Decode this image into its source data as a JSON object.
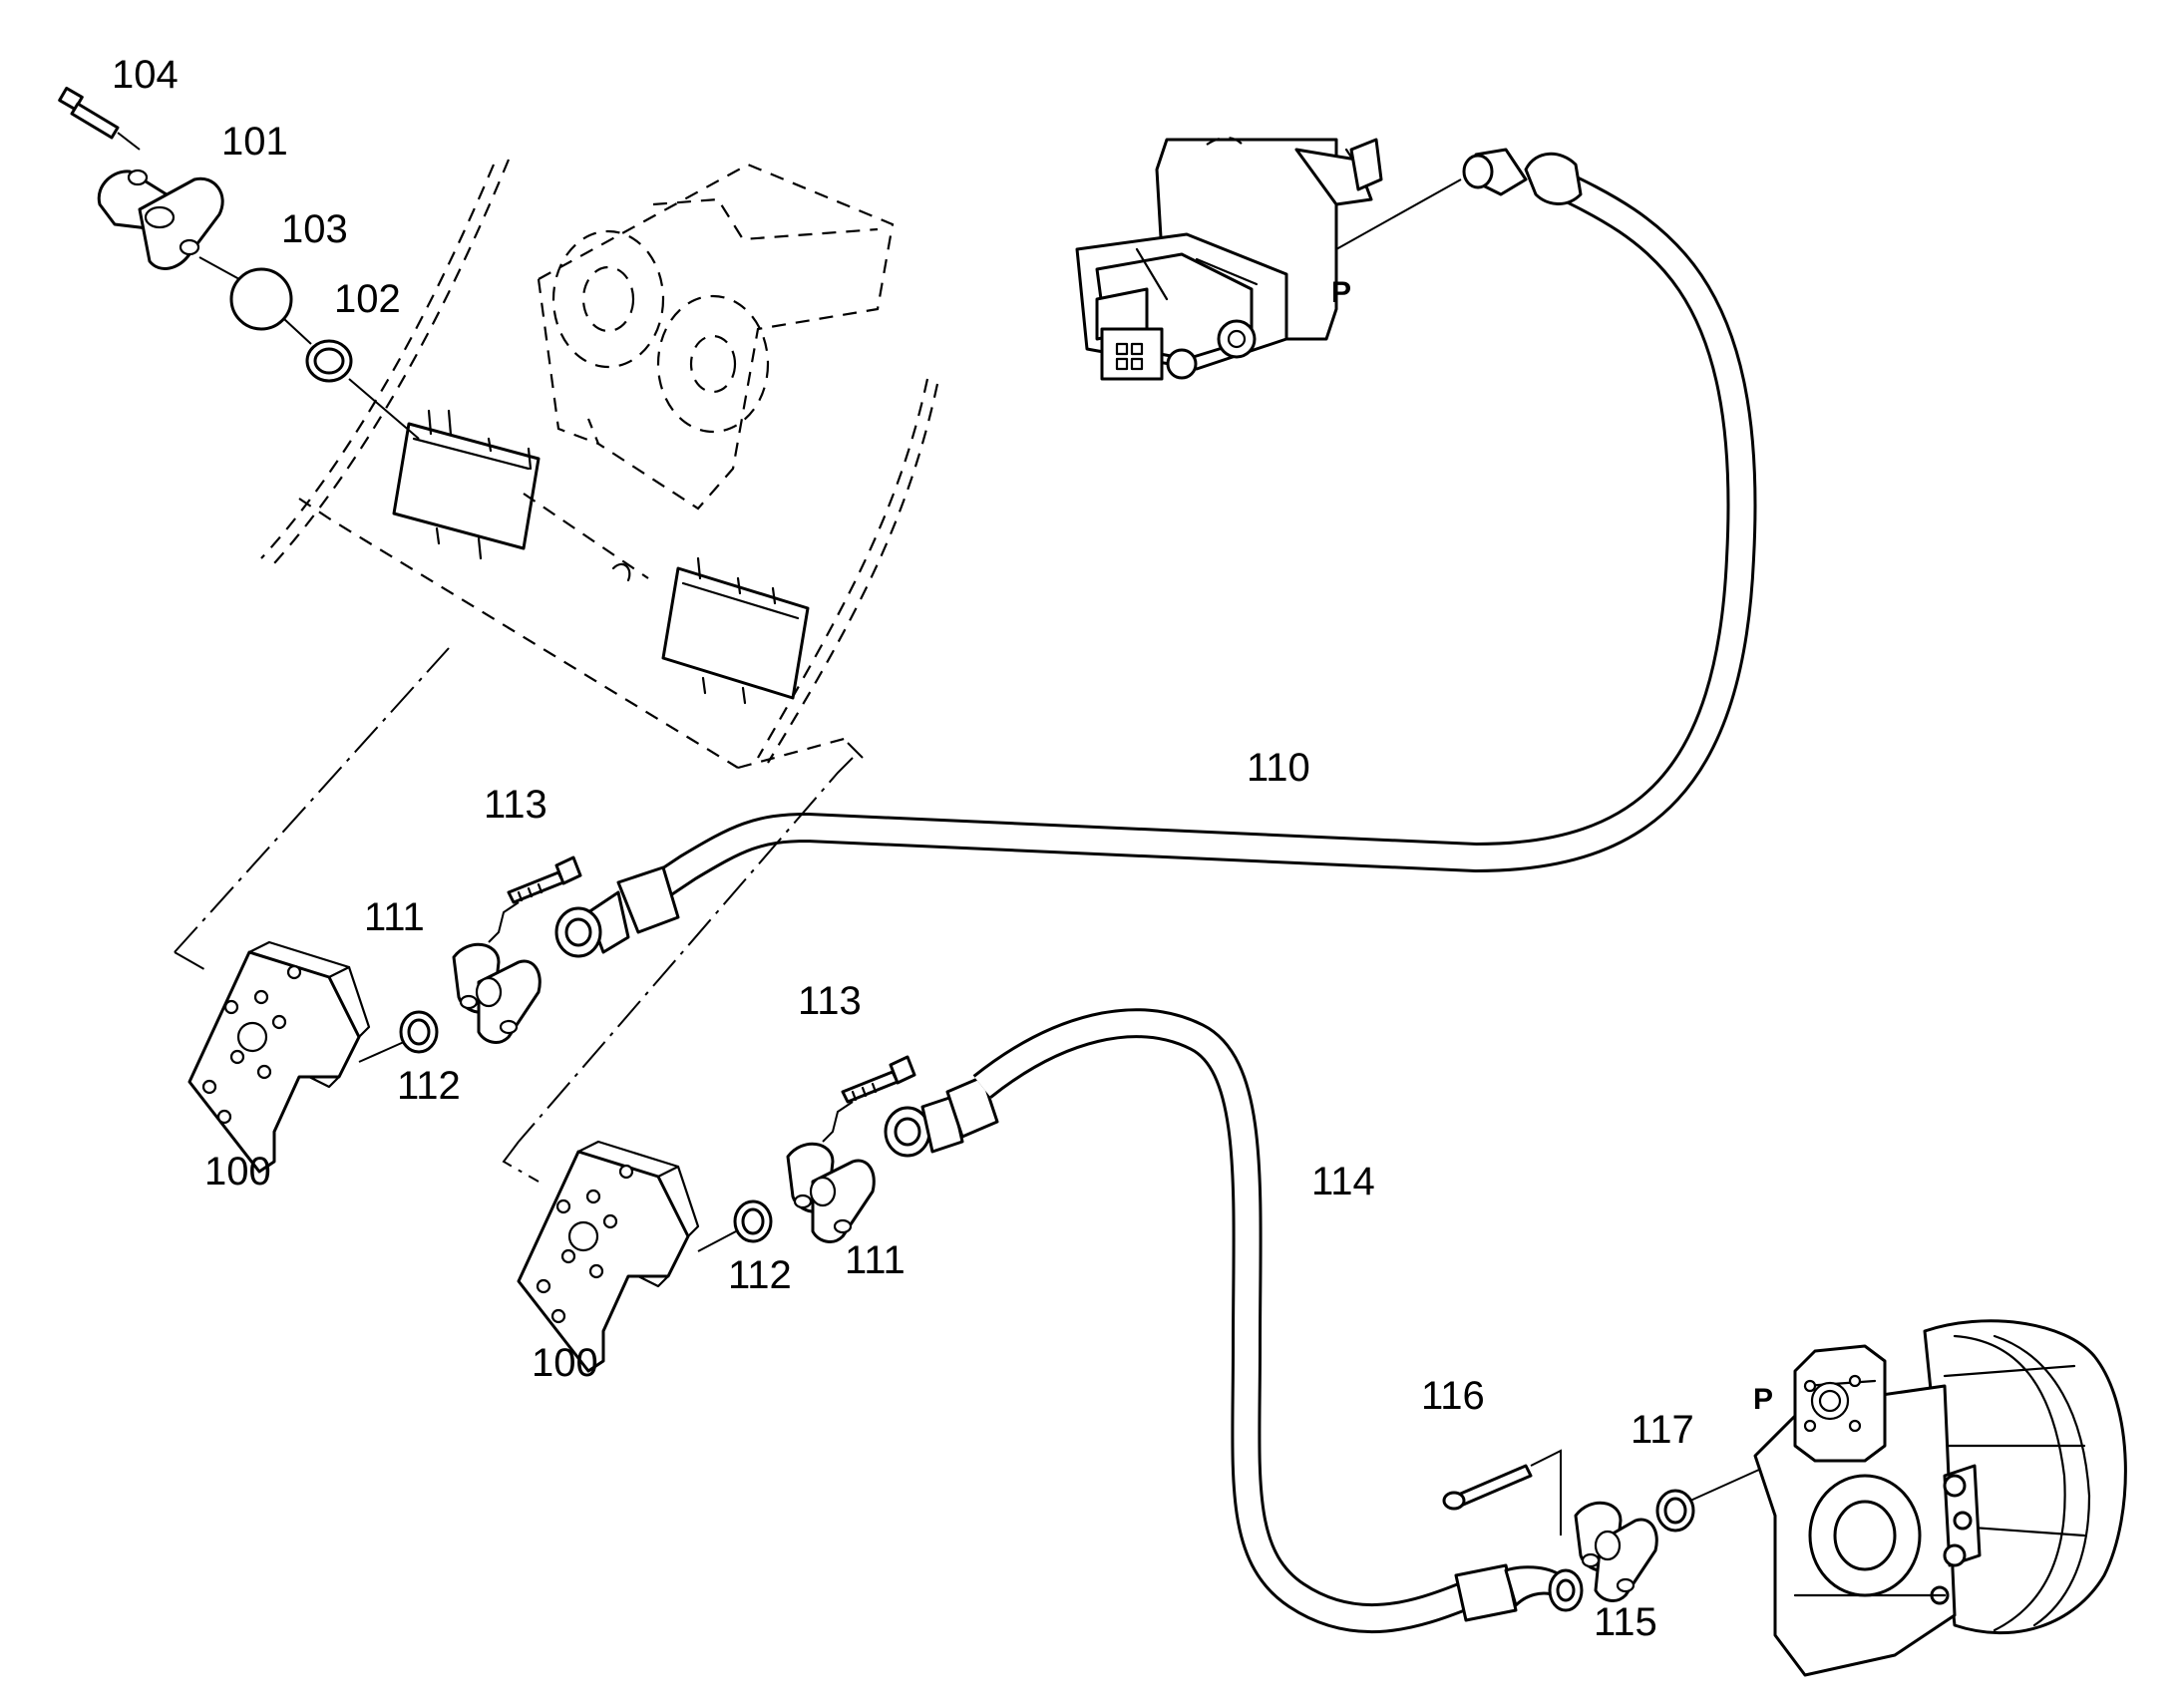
{
  "diagram": {
    "callouts": {
      "c100a": "100",
      "c100b": "100",
      "c101": "101",
      "c102": "102",
      "c103": "103",
      "c104": "104",
      "c110": "110",
      "c111a": "111",
      "c111b": "111",
      "c112a": "112",
      "c112b": "112",
      "c113a": "113",
      "c113b": "113",
      "c114": "114",
      "c115": "115",
      "c116": "116",
      "c117": "117"
    },
    "port_labels": {
      "valve": "P",
      "pump": "P"
    }
  }
}
